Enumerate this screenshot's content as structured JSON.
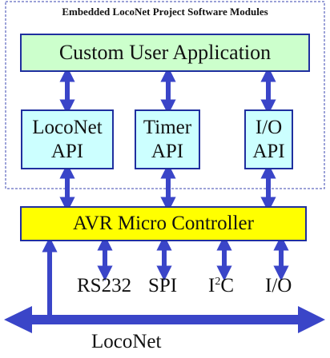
{
  "title": "Embedded LocoNet Project Software Modules",
  "app_label": "Custom User Application",
  "apis": [
    {
      "line1": "LocoNet",
      "line2": "API"
    },
    {
      "line1": "Timer",
      "line2": "API"
    },
    {
      "line1": "I/O",
      "line2": "API"
    }
  ],
  "controller_label": "AVR Micro Controller",
  "interfaces": {
    "rs232": "RS232",
    "spi": "SPI",
    "i2c_base": "I",
    "i2c_sup": "2",
    "i2c_tail": "C",
    "io": "I/O"
  },
  "bus_label": "LocoNet",
  "colors": {
    "border": "#1f2f9f",
    "arrow": "#3a45c8",
    "app_fill": "#ccffcc",
    "api_fill": "#ccffff",
    "controller_fill": "#ffff00",
    "dashed_border": "#3a45b0"
  }
}
